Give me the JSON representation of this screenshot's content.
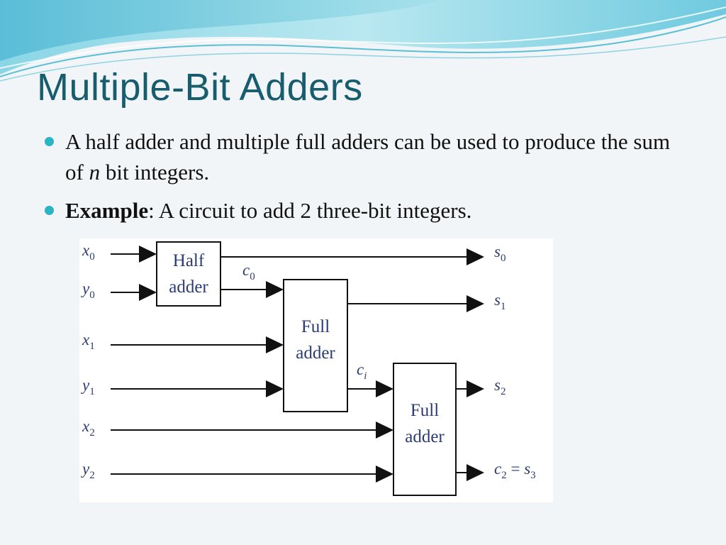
{
  "slide": {
    "title": "Multiple-Bit Adders",
    "bullets": [
      {
        "text_before": "A half adder and multiple full adders can be used to produce the sum of ",
        "em": "n",
        "text_after": " bit integers."
      },
      {
        "bold": "Example",
        "text_after": ":  A circuit to add 2 three-bit integers."
      }
    ]
  },
  "diagram": {
    "blocks": {
      "half": {
        "line1": "Half",
        "line2": "adder"
      },
      "full1": {
        "line1": "Full",
        "line2": "adder"
      },
      "full2": {
        "line1": "Full",
        "line2": "adder"
      }
    },
    "inputs": [
      {
        "base": "x",
        "sub": "0"
      },
      {
        "base": "y",
        "sub": "0"
      },
      {
        "base": "x",
        "sub": "1"
      },
      {
        "base": "y",
        "sub": "1"
      },
      {
        "base": "x",
        "sub": "2"
      },
      {
        "base": "y",
        "sub": "2"
      }
    ],
    "carries": [
      {
        "base": "c",
        "sub": "0"
      },
      {
        "base": "c",
        "sub": "i"
      }
    ],
    "outputs": [
      {
        "base": "s",
        "sub": "0"
      },
      {
        "base": "s",
        "sub": "1"
      },
      {
        "base": "s",
        "sub": "2"
      }
    ],
    "final_output": {
      "c_base": "c",
      "c_sub": "2",
      "eq": " = ",
      "s_base": "s",
      "s_sub": "3"
    }
  },
  "colors": {
    "title": "#175d6e",
    "bullet": "#2bb3c6",
    "diagram_label": "#2a3c73"
  }
}
